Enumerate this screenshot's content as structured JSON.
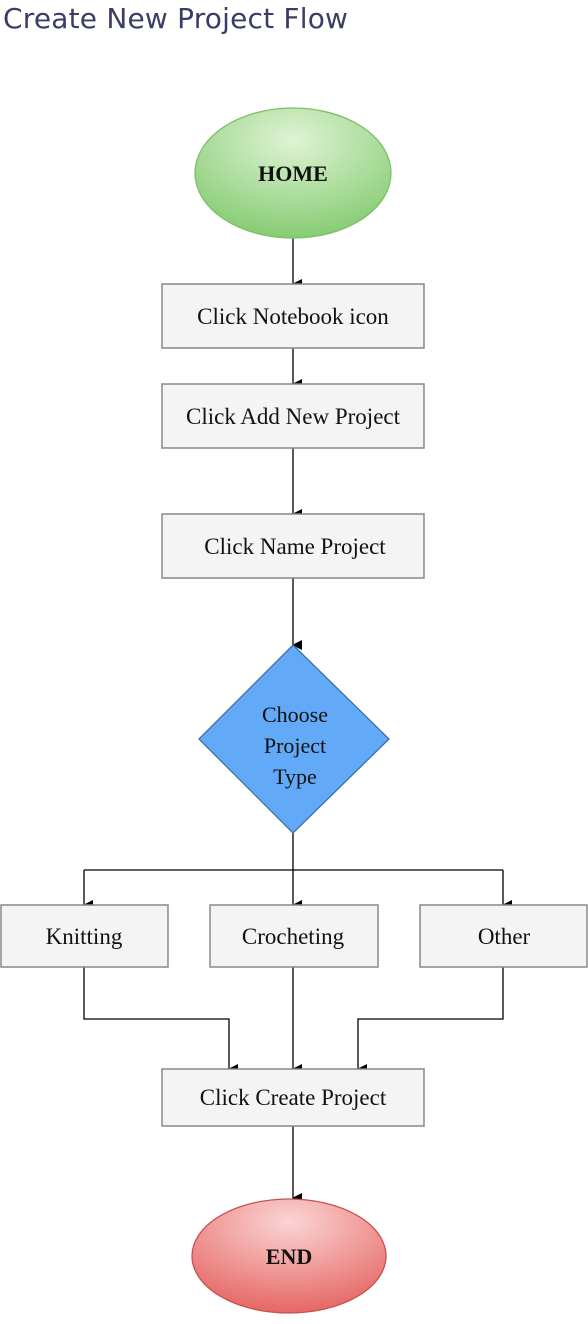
{
  "title": "Create New Project Flow",
  "nodes": {
    "home": "HOME",
    "notebook": "Click Notebook icon",
    "add_project": "Click Add New Project",
    "name_project": "Click Name Project",
    "choose_type": [
      "Choose",
      "Project",
      "Type"
    ],
    "knitting": "Knitting",
    "crocheting": "Crocheting",
    "other": "Other",
    "create_project": "Click Create Project",
    "end": "END"
  },
  "colors": {
    "title": "#3a3d64",
    "start_fill": "#8fd17d",
    "end_fill": "#e86a68",
    "decision_fill": "#62aaf7",
    "process_fill": "#f4f4f4",
    "connector": "#000000"
  }
}
